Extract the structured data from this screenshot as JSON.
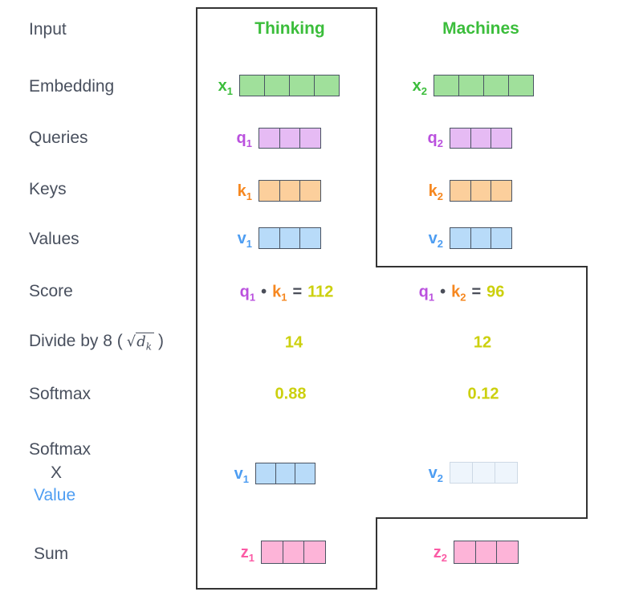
{
  "row_labels": {
    "input": "Input",
    "embedding": "Embedding",
    "queries": "Queries",
    "keys": "Keys",
    "values": "Values",
    "score": "Score",
    "divide": {
      "prefix": "Divide by 8 (",
      "sqrt": "√",
      "d": "d",
      "k": "k",
      "close": ")"
    },
    "softmax": "Softmax",
    "softmax_x": {
      "line1": "Softmax",
      "line2": "X",
      "line3": "Value"
    },
    "sum": "Sum"
  },
  "headers": {
    "thinking": "Thinking",
    "machines": "Machines"
  },
  "vectors": {
    "x1": {
      "letter": "x",
      "sub": "1"
    },
    "x2": {
      "letter": "x",
      "sub": "2"
    },
    "q1": {
      "letter": "q",
      "sub": "1"
    },
    "q2": {
      "letter": "q",
      "sub": "2"
    },
    "k1": {
      "letter": "k",
      "sub": "1"
    },
    "k2": {
      "letter": "k",
      "sub": "2"
    },
    "v1": {
      "letter": "v",
      "sub": "1"
    },
    "v2": {
      "letter": "v",
      "sub": "2"
    },
    "v1s": {
      "letter": "v",
      "sub": "1"
    },
    "v2s": {
      "letter": "v",
      "sub": "2"
    },
    "z1": {
      "letter": "z",
      "sub": "1"
    },
    "z2": {
      "letter": "z",
      "sub": "2"
    }
  },
  "equations": {
    "score1": {
      "q": "q",
      "qsub": "1",
      "dot": "•",
      "k": "k",
      "ksub": "1",
      "eq": "=",
      "val": "112"
    },
    "score2": {
      "q": "q",
      "qsub": "1",
      "dot": "•",
      "k": "k",
      "ksub": "2",
      "eq": "=",
      "val": "96"
    },
    "divide1": "14",
    "divide2": "12",
    "softmax1": "0.88",
    "softmax2": "0.12"
  },
  "colors": {
    "label_text": "#49505e",
    "green": "#3bbd3b",
    "purple": "#ba50de",
    "orange": "#f6871f",
    "blue": "#4d9df2",
    "pink": "#fb5ba5",
    "olive": "#ccd00e",
    "dark_eq": "#4a4e59",
    "cell_border": "#4a5463",
    "cell_border_faded": "#cdd9e5",
    "fill_green": "#a0e09b",
    "fill_purple": "#e6bbf4",
    "fill_orange": "#fccf9c",
    "fill_blue": "#b8dbf9",
    "fill_blue_faded": "#eef5fc",
    "fill_pink": "#fdb4d8",
    "outline": "#333333"
  }
}
